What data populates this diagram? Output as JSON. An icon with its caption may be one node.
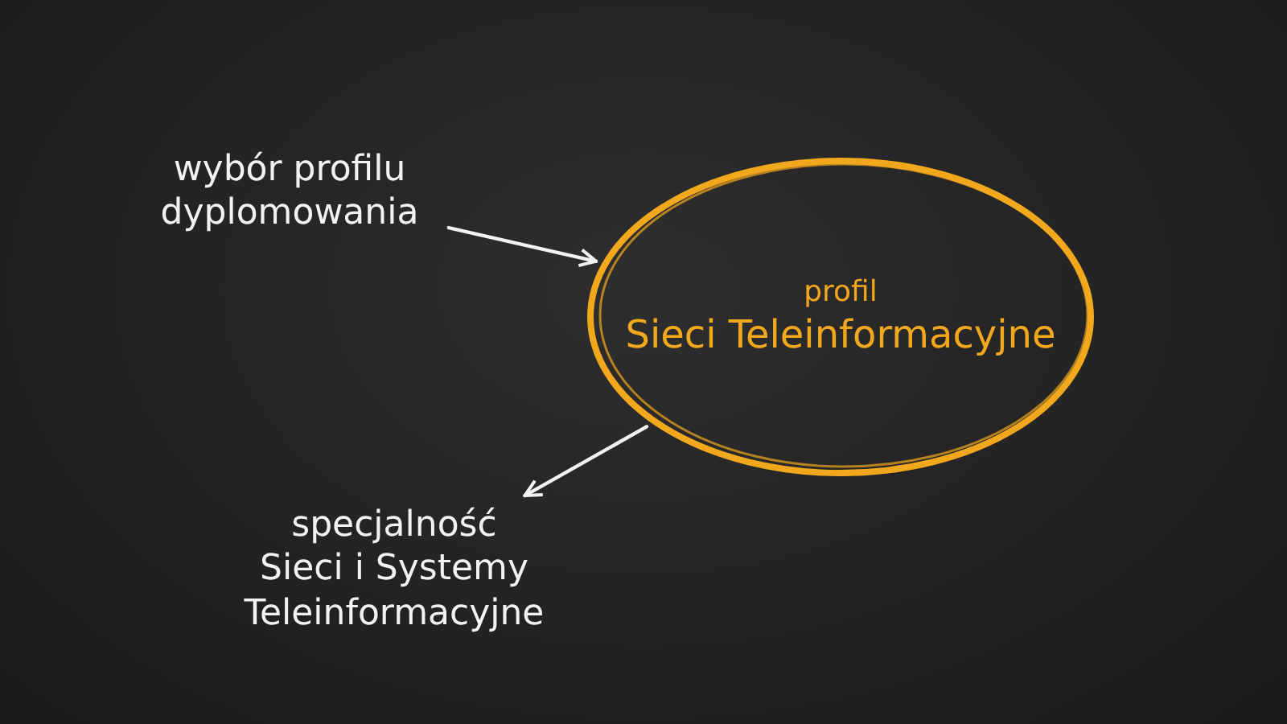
{
  "diagram": {
    "nodes": [
      {
        "text": [
          "wybór profilu dyplomowania"
        ]
      },
      {
        "text": [
          "profil",
          "Sieci Teleinformacyjne"
        ]
      },
      {
        "text": [
          "specjalność",
          "Sieci i Systemy Teleinformacyjne"
        ]
      }
    ],
    "edges": [
      {
        "from": 0,
        "to": 1,
        "arrow": "to"
      },
      {
        "from": 1,
        "to": 2,
        "arrow": "to"
      }
    ]
  }
}
